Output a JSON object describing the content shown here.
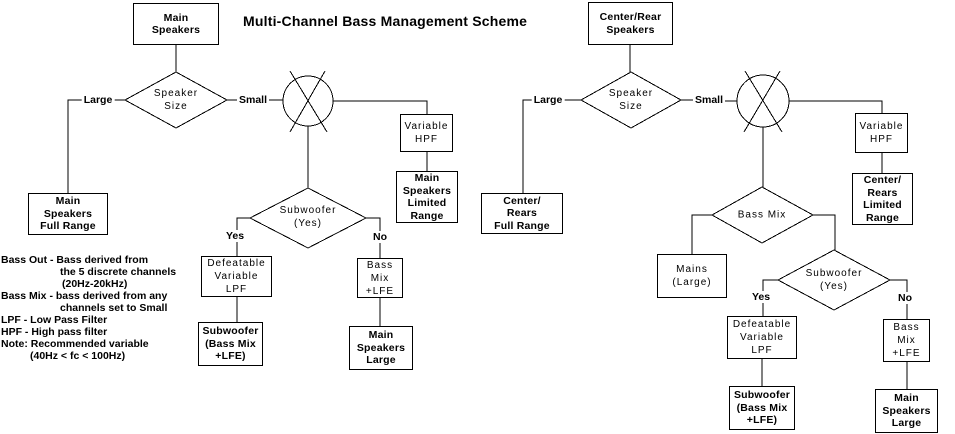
{
  "title": "Multi-Channel Bass Management Scheme",
  "colors": {
    "line": "#000000",
    "text": "#000000",
    "background": "#ffffff"
  },
  "icons": {
    "mixer_left": "mixer-sum-icon",
    "mixer_right": "mixer-sum-icon"
  },
  "legend": {
    "lines": [
      "Bass Out - Bass derived from",
      "the 5 discrete channels",
      "(20Hz-20kHz)",
      "Bass Mix - bass derived from any",
      "channels set to Small",
      "LPF - Low Pass Filter",
      "HPF - High pass filter",
      "Note: Recommended variable",
      "(40Hz < fc < 100Hz)"
    ]
  },
  "left": {
    "source": "Main\nSpeakers",
    "size_decision": "Speaker\nSize",
    "large_label": "Large",
    "small_label": "Small",
    "full_range": "Main\nSpeakers\nFull Range",
    "variable_hpf": "Variable\nHPF",
    "limited_range": "Main\nSpeakers\nLimited\nRange",
    "subwoofer_decision": "Subwoofer\n(Yes)",
    "yes_label": "Yes",
    "no_label": "No",
    "defeatable_lpf": "Defeatable\nVariable\nLPF",
    "subwoofer_out": "Subwoofer\n(Bass Mix\n+LFE)",
    "bass_mix_lfe": "Bass\nMix\n+LFE",
    "main_speakers_large": "Main\nSpeakers\nLarge"
  },
  "right": {
    "source": "Center/Rear\nSpeakers",
    "size_decision": "Speaker\nSize",
    "large_label": "Large",
    "small_label": "Small",
    "full_range": "Center/\nRears\nFull Range",
    "variable_hpf": "Variable\nHPF",
    "limited_range": "Center/\nRears\nLimited\nRange",
    "bass_mix_decision": "Bass Mix",
    "mains_large": "Mains\n(Large)",
    "subwoofer_decision": "Subwoofer\n(Yes)",
    "yes_label": "Yes",
    "no_label": "No",
    "defeatable_lpf": "Defeatable\nVariable\nLPF",
    "subwoofer_out": "Subwoofer\n(Bass Mix\n+LFE)",
    "bass_mix_lfe": "Bass\nMix\n+LFE",
    "main_speakers_large": "Main\nSpeakers\nLarge"
  }
}
